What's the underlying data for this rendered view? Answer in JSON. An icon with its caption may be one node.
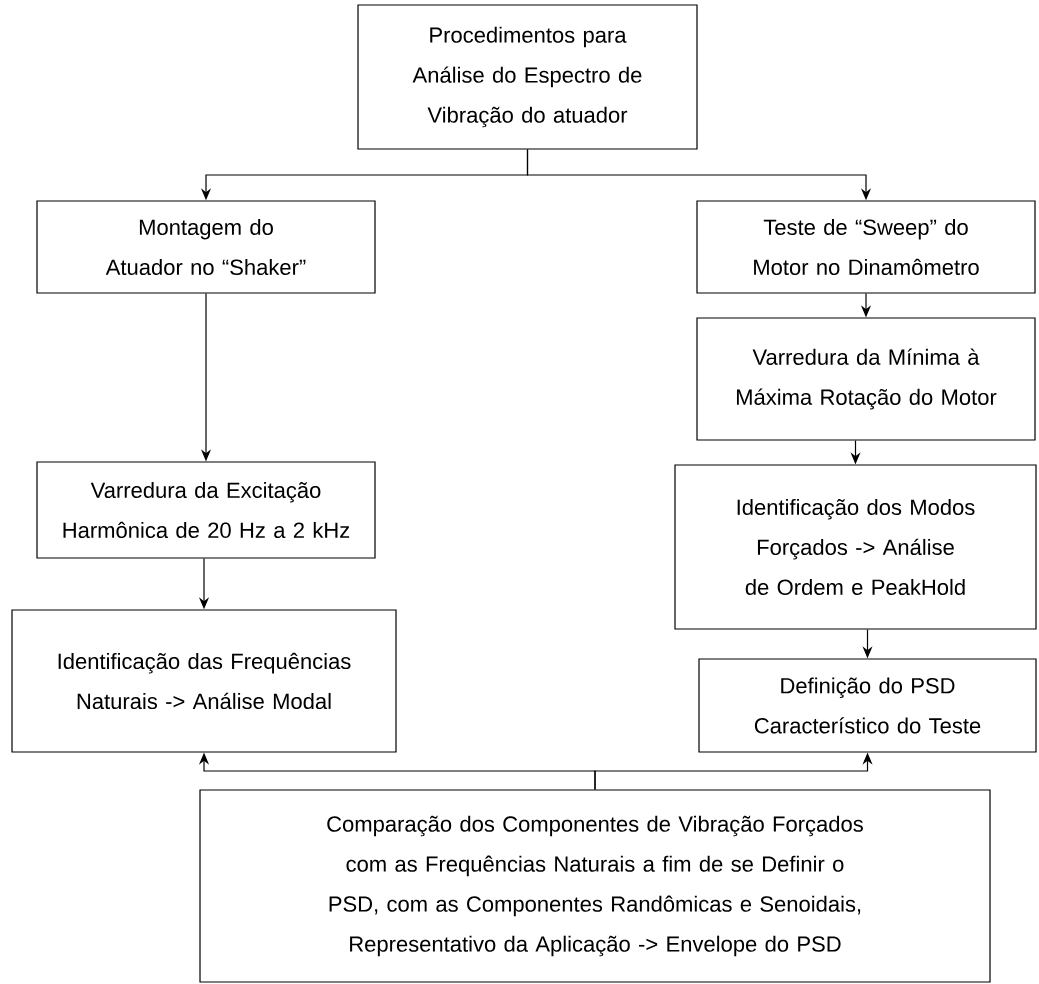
{
  "diagram": {
    "nodes": [
      {
        "text": [
          "Procedimentos para Análise do Espectro de Vibração do atuador"
        ]
      },
      {
        "text": [
          "Montagem do Atuador no “Shaker”"
        ]
      },
      {
        "text": [
          "Teste de “Sweep” do Motor no Dinamômetro"
        ]
      },
      {
        "text": [
          "Varredura da Excitação Harmônica de 20 Hz a 2 kHz"
        ]
      },
      {
        "text": [
          "Varredura da Mínima à Máxima Rotação do Motor"
        ]
      },
      {
        "text": [
          "Identificação dos Modos Forçados -> Análise de Ordem e PeakHold"
        ]
      },
      {
        "text": [
          "Identificação das Frequências Naturais -> Análise Modal"
        ]
      },
      {
        "text": [
          "Definição do PSD Característico do Teste"
        ]
      },
      {
        "text": [
          "Comparação dos Componentes de Vibração Forçados com as Frequências Naturais a fim de se Definir o PSD, com as Componentes Randômicas e Senoidais, Representativo da Aplicação -> Envelope do PSD"
        ]
      }
    ],
    "edges": [
      {
        "from": 0,
        "to": 1,
        "arrow": "to"
      },
      {
        "from": 0,
        "to": 2,
        "arrow": "to"
      },
      {
        "from": 1,
        "to": 3,
        "arrow": "to"
      },
      {
        "from": 3,
        "to": 6,
        "arrow": "to"
      },
      {
        "from": 2,
        "to": 4,
        "arrow": "to"
      },
      {
        "from": 4,
        "to": 5,
        "arrow": "to"
      },
      {
        "from": 5,
        "to": 7,
        "arrow": "to"
      },
      {
        "from": 8,
        "to": 6,
        "arrow": "to"
      },
      {
        "from": 8,
        "to": 7,
        "arrow": "to"
      }
    ]
  }
}
